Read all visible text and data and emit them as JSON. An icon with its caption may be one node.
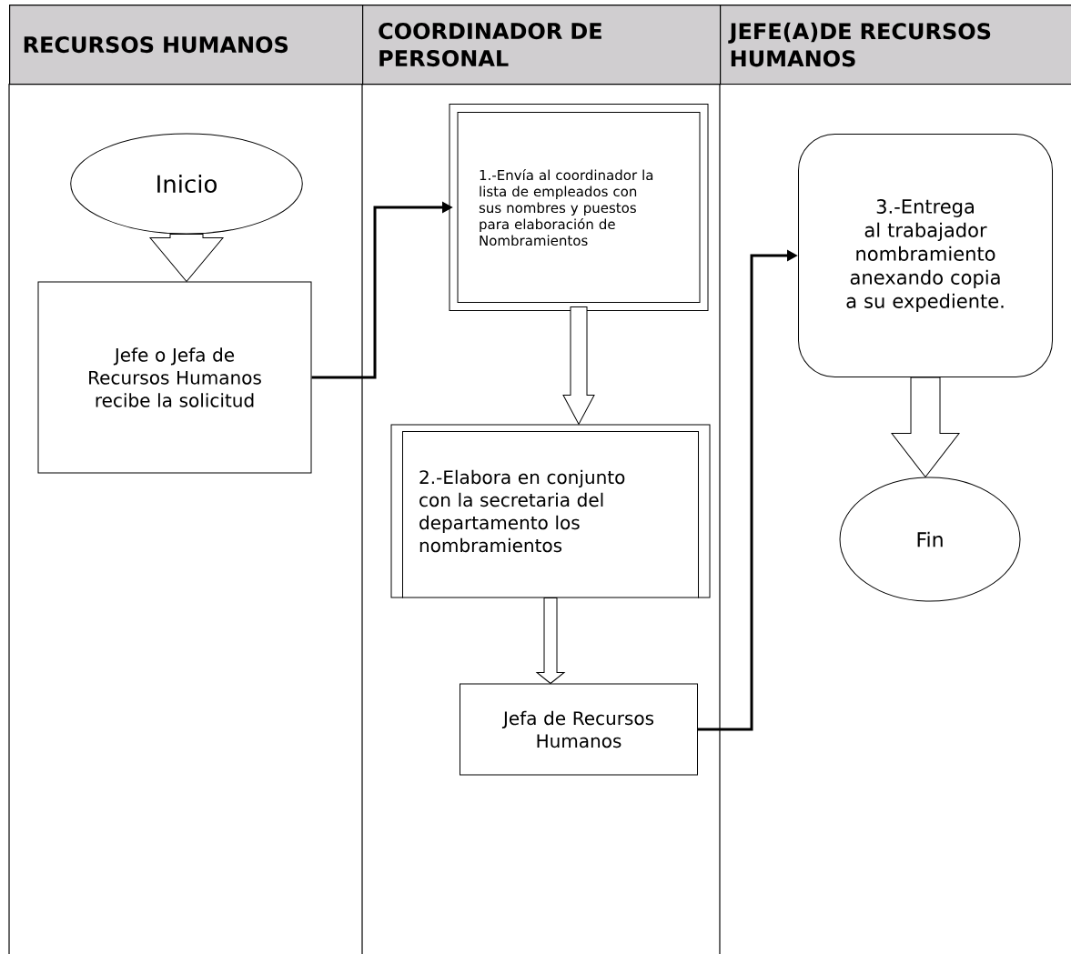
{
  "diagram": {
    "nodes": [
      {
        "text": [
          "RECURSOS HUMANOS"
        ]
      },
      {
        "text": [
          "COORDINADOR DE PERSONAL"
        ]
      },
      {
        "text": [
          "JEFE(A)DE RECURSOS HUMANOS"
        ]
      },
      {
        "text": [
          "Inicio"
        ]
      },
      {
        "text": [
          "Jefe o Jefa de Recursos Humanos recibe la solicitud"
        ]
      },
      {
        "text": [
          "1.-Envía al coordinador la lista de empleados con sus nombres y puestos para elaboración de Nombramientos"
        ]
      },
      {
        "text": [
          "2.-Elabora en conjunto con la secretaria del departamento los nombramientos"
        ]
      },
      {
        "text": [
          "Jefa de Recursos Humanos"
        ]
      },
      {
        "text": [
          "3.-Entrega al trabajador nombramiento anexando copia a su expediente."
        ]
      },
      {
        "text": [
          "Fin"
        ]
      }
    ],
    "edges": [
      {
        "from": 3,
        "to": 4,
        "arrow": "to"
      },
      {
        "from": 4,
        "to": 5,
        "arrow": "to"
      },
      {
        "from": 5,
        "to": 6,
        "arrow": "to"
      },
      {
        "from": 6,
        "to": 7,
        "arrow": "to"
      },
      {
        "from": 7,
        "to": 8,
        "arrow": "to"
      },
      {
        "from": 8,
        "to": 9,
        "arrow": "to"
      }
    ]
  }
}
